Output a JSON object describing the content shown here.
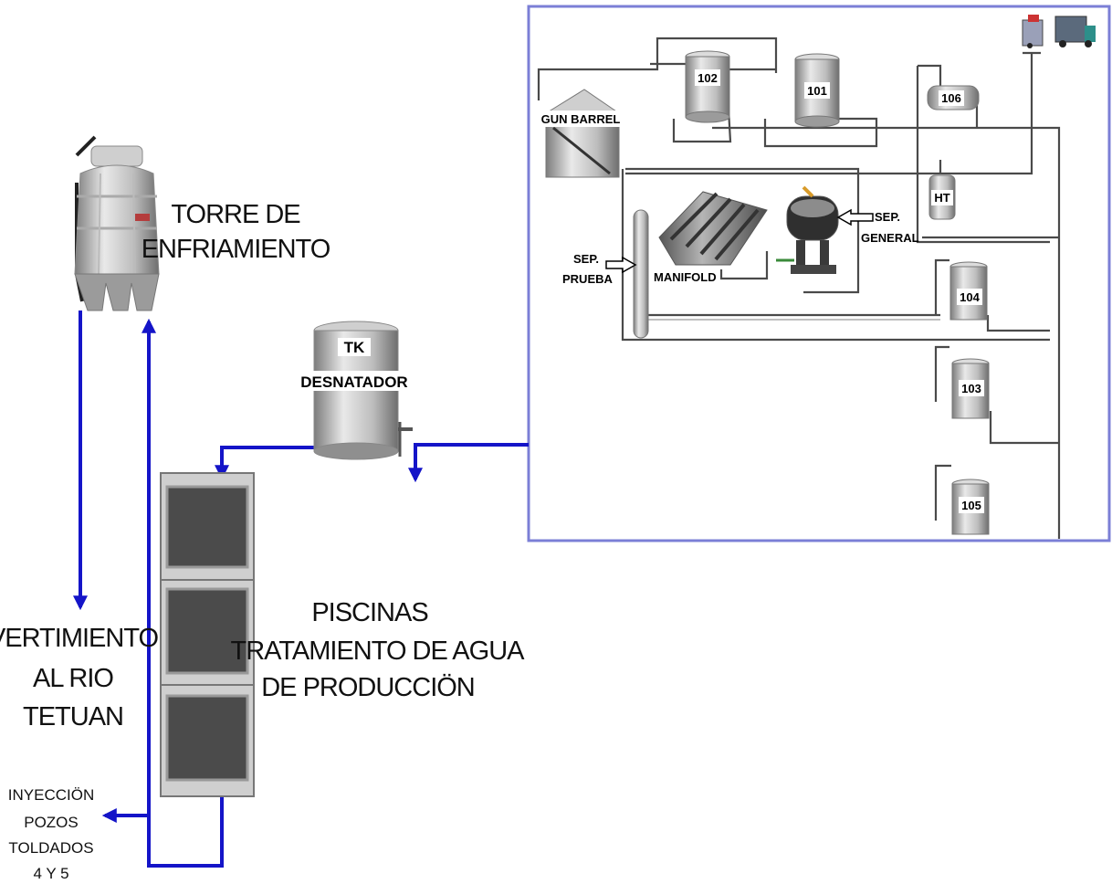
{
  "labels": {
    "torre_line1": "TORRE DE",
    "torre_line2": "ENFRIAMIENTO",
    "tk_line1": "TK",
    "tk_line2": "DESNATADOR",
    "piscinas_line1": "PISCINAS",
    "piscinas_line2": "TRATAMIENTO DE AGUA",
    "piscinas_line3": "DE PRODUCCIÖN",
    "vertimiento_line1": "VERTIMIENTO",
    "vertimiento_line2": "AL RIO",
    "vertimiento_line3": "TETUAN",
    "inyeccion_line1": "INYECCIÖN",
    "inyeccion_line2": "POZOS",
    "inyeccion_line3": "TOLDADOS",
    "inyeccion_line4": "4 Y 5"
  },
  "facility": {
    "gun_barrel": "GUN BARREL",
    "tank_102": "102",
    "tank_101": "101",
    "tank_106": "106",
    "tank_ht": "HT",
    "tank_104": "104",
    "tank_103": "103",
    "tank_105": "105",
    "sep_general_line1": "SEP.",
    "sep_general_line2": "GENERAL",
    "sep_prueba_line1": "SEP.",
    "sep_prueba_line2": "PRUEBA",
    "manifold": "MANIFOLD"
  },
  "colors": {
    "water_line": "#1414c8",
    "process_line": "#4a4a4a",
    "facility_border": "#7b7fd6"
  }
}
